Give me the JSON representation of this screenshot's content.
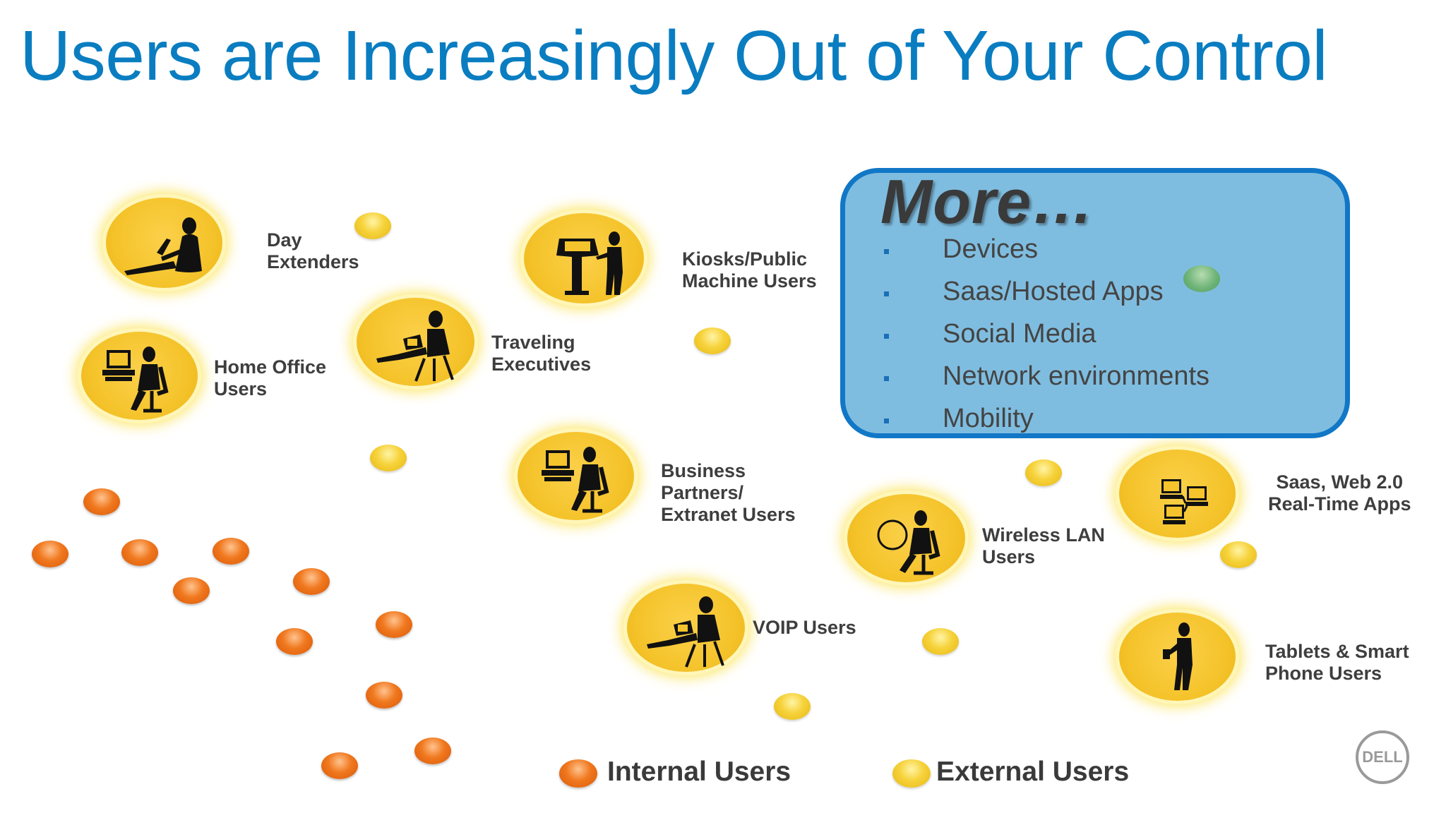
{
  "title": "Users are Increasingly Out of Your Control",
  "nodes": [
    {
      "label": "Day\nExtenders",
      "icon": "laptop-user-icon"
    },
    {
      "label": "Kiosks/Public\nMachine Users",
      "icon": "kiosk-user-icon"
    },
    {
      "label": "Traveling\nExecutives",
      "icon": "lounging-laptop-user-icon"
    },
    {
      "label": "Home Office\nUsers",
      "icon": "desk-computer-user-icon"
    },
    {
      "label": "Business\nPartners/\nExtranet Users",
      "icon": "desk-computer-user-icon"
    },
    {
      "label": "Wireless LAN\nUsers",
      "icon": "wireless-user-icon"
    },
    {
      "label": "Saas, Web 2.0\nReal-Time Apps",
      "icon": "networked-computers-icon"
    },
    {
      "label": "VOIP Users",
      "icon": "lounging-laptop-user-icon"
    },
    {
      "label": "Tablets & Smart\nPhone Users",
      "icon": "standing-tablet-user-icon"
    }
  ],
  "more": {
    "title": "More…",
    "items": [
      "Devices",
      "Saas/Hosted Apps",
      "Social Media",
      "Network environments",
      "Mobility"
    ]
  },
  "legend": {
    "internal_label": "Internal Users",
    "external_label": "External  Users"
  },
  "logo_text": "DELL",
  "colors": {
    "title": "#0a7dc1",
    "internal_dot": "#f0781e",
    "external_dot": "#f6d23a",
    "node_circle": "#f5c42c",
    "more_box_fill": "#7fbde0",
    "more_box_border": "#1177c6"
  }
}
